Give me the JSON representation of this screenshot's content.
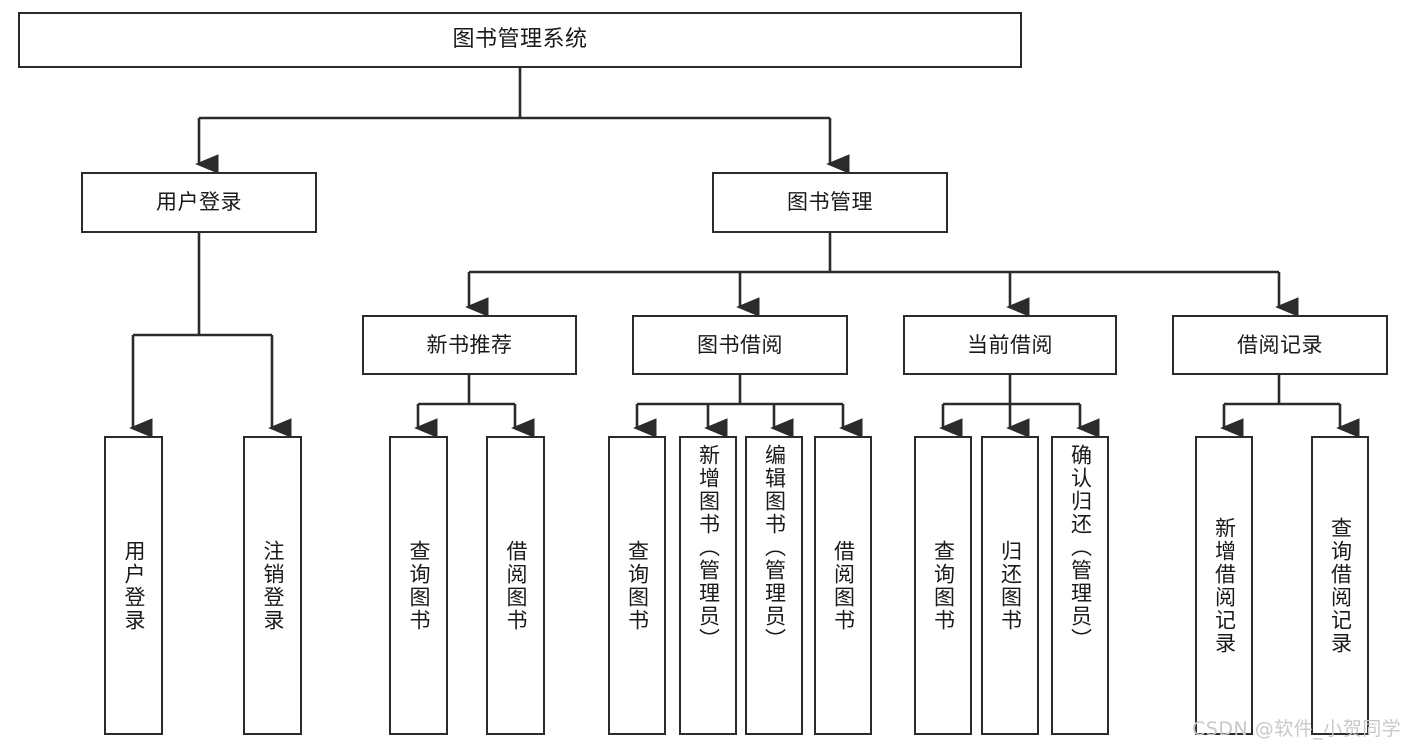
{
  "diagram": {
    "title": "图书管理系统",
    "type": "tree-hierarchy-diagram",
    "colors": {
      "box_border": "#2b2b2b",
      "box_fill": "#ffffff",
      "edge": "#2b2b2b",
      "text": "#1a1a1a",
      "watermark": "#c9c9c9",
      "background": "#ffffff"
    }
  },
  "nodes": {
    "root": {
      "label": "图书管理系统"
    },
    "level2": [
      {
        "label": "用户登录"
      },
      {
        "label": "图书管理"
      }
    ],
    "level3": [
      {
        "label": "新书推荐"
      },
      {
        "label": "图书借阅"
      },
      {
        "label": "当前借阅"
      },
      {
        "label": "借阅记录"
      }
    ],
    "leaves": {
      "user_login": [
        {
          "label": "用户登录"
        },
        {
          "label": "注销登录"
        }
      ],
      "new_book_recommend": [
        {
          "label": "查询图书"
        },
        {
          "label": "借阅图书"
        }
      ],
      "book_borrow": [
        {
          "label": "查询图书"
        },
        {
          "label": "新增图书（管理员）"
        },
        {
          "label": "编辑图书（管理员）"
        },
        {
          "label": "借阅图书"
        }
      ],
      "current_borrow": [
        {
          "label": "查询图书"
        },
        {
          "label": "归还图书"
        },
        {
          "label": "确认归还（管理员）"
        }
      ],
      "borrow_record": [
        {
          "label": "新增借阅记录"
        },
        {
          "label": "查询借阅记录"
        }
      ]
    }
  },
  "watermark": {
    "text": "CSDN @软件_小贺同学"
  }
}
